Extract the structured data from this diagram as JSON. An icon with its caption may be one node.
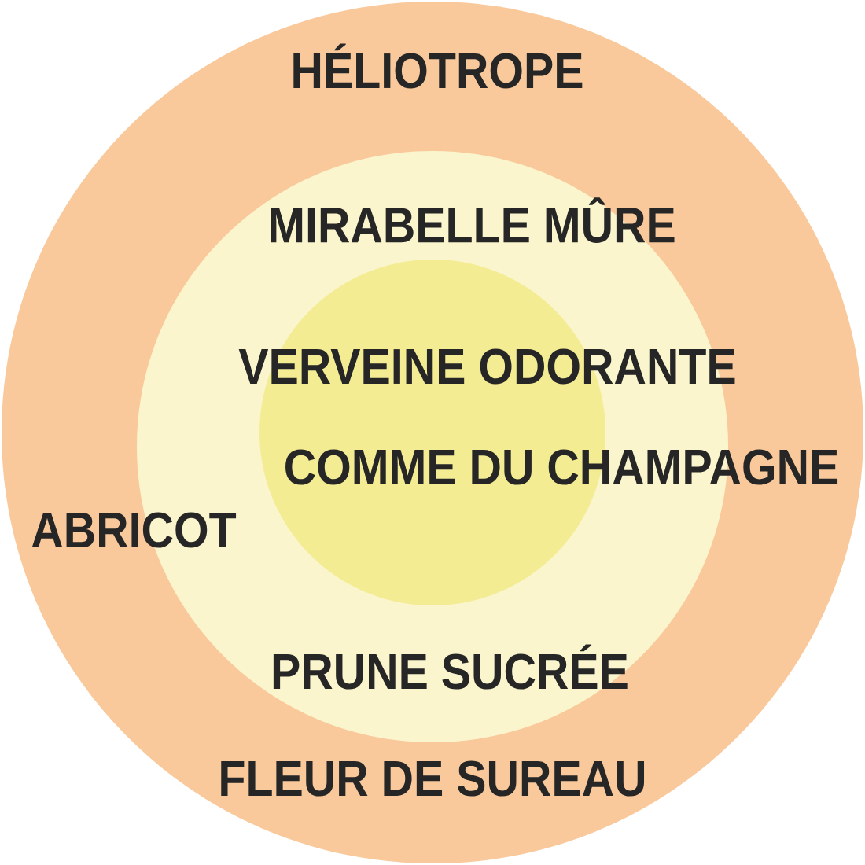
{
  "diagram": {
    "nodes": [
      {
        "text": [
          "HÉLIOTROPE",
          "ABRICOT",
          "FLEUR DE SUREAU"
        ]
      },
      {
        "text": [
          "MIRABELLE MÛRE",
          "PRUNE SUCRÉE"
        ],
        "in": 0
      },
      {
        "text": [
          "VERVEINE ODORANTE",
          "COMME DU CHAMPAGNE"
        ],
        "in": 1
      }
    ]
  }
}
